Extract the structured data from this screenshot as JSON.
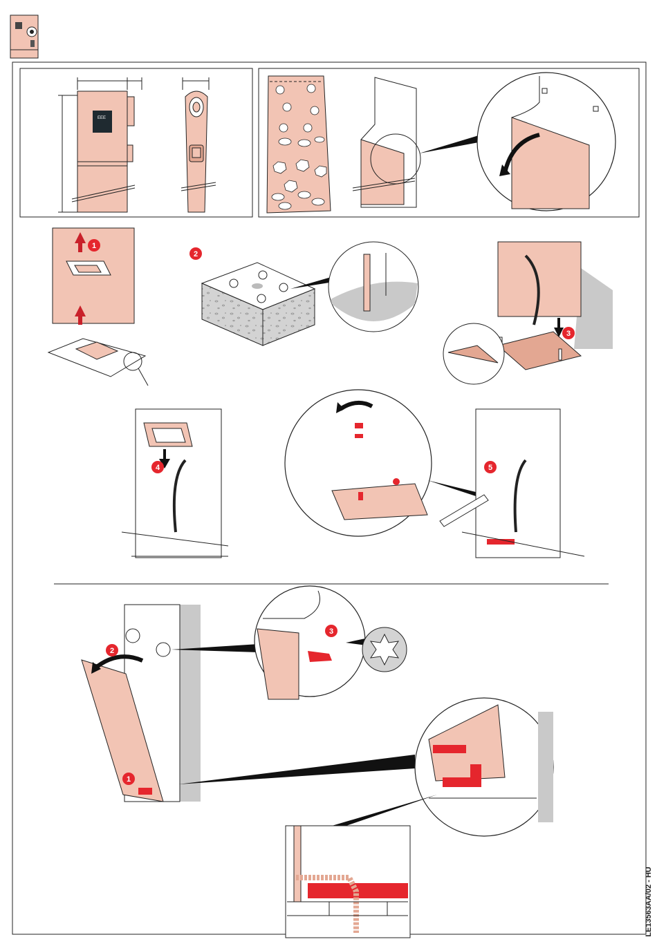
{
  "document": {
    "code": "LE13563AA/02 - HU"
  },
  "colors": {
    "product": "#f2c4b4",
    "product_dark": "#e3a792",
    "accent_red": "#e5262d",
    "concrete": "#cfcfcf",
    "floor_shadow": "#c9c9c9",
    "line": "#222222"
  },
  "steps": {
    "s1": "1",
    "s2": "2",
    "s3": "3",
    "s4": "4",
    "s5": "5",
    "panel_s1": "1",
    "panel_s2": "2",
    "panel_s3": "3"
  },
  "display": {
    "led_label": "EEE"
  },
  "icons": {
    "header": "charging-station-icon",
    "torx": "torx-icon",
    "wrench": "wrench-icon"
  }
}
